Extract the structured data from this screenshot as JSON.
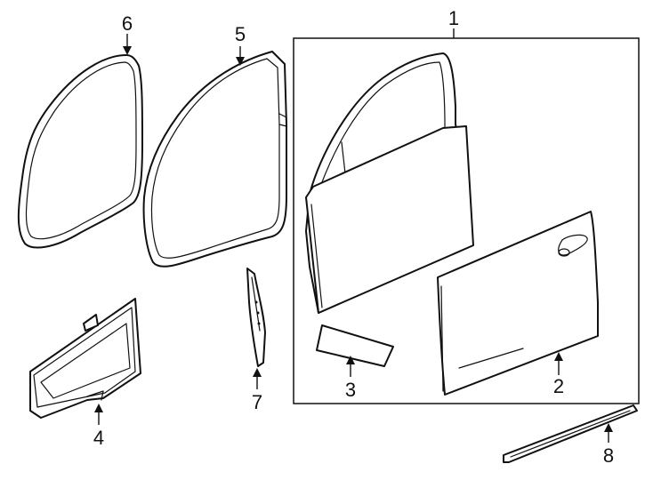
{
  "callouts": {
    "c1": "1",
    "c2": "2",
    "c3": "3",
    "c4": "4",
    "c5": "5",
    "c6": "6",
    "c7": "7",
    "c8": "8"
  },
  "colors": {
    "line": "#111111",
    "background": "#ffffff"
  }
}
